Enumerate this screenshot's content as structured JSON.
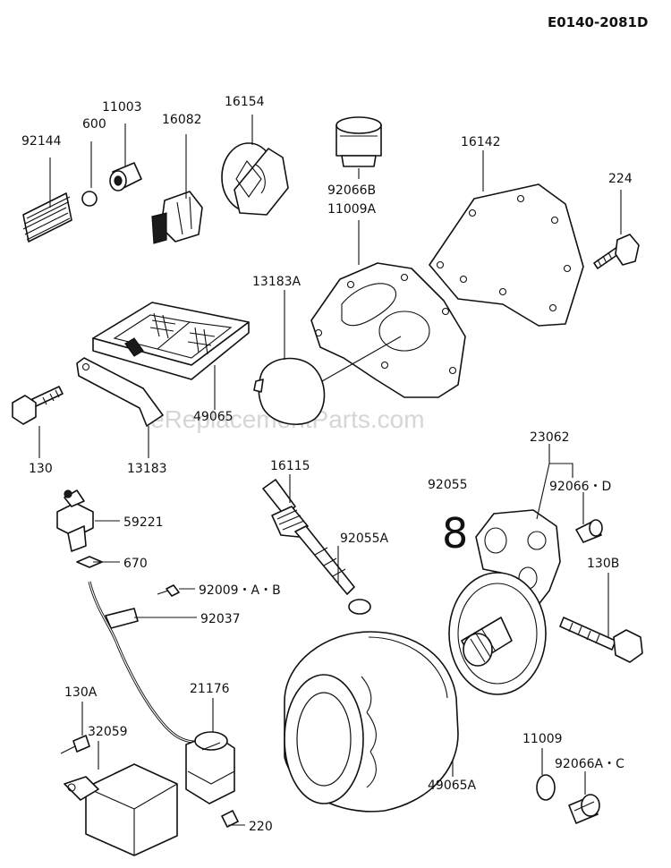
{
  "diagram": {
    "reference_code": "E0140-2081D",
    "watermark": "eReplacementParts.com",
    "callouts": [
      {
        "id": "c92144",
        "label": "92144"
      },
      {
        "id": "c600",
        "label": "600"
      },
      {
        "id": "c11003",
        "label": "11003"
      },
      {
        "id": "c16082",
        "label": "16082"
      },
      {
        "id": "c16154",
        "label": "16154"
      },
      {
        "id": "c92066B",
        "label": "92066B"
      },
      {
        "id": "c11009A",
        "label": "11009A"
      },
      {
        "id": "c16142",
        "label": "16142"
      },
      {
        "id": "c224",
        "label": "224"
      },
      {
        "id": "c13183A",
        "label": "13183A"
      },
      {
        "id": "c49065",
        "label": "49065"
      },
      {
        "id": "c130",
        "label": "130"
      },
      {
        "id": "c13183",
        "label": "13183"
      },
      {
        "id": "c16115",
        "label": "16115"
      },
      {
        "id": "c92055",
        "label": "92055"
      },
      {
        "id": "c23062",
        "label": "23062"
      },
      {
        "id": "c92066D",
        "label": "92066・D"
      },
      {
        "id": "c59221",
        "label": "59221"
      },
      {
        "id": "c670",
        "label": "670"
      },
      {
        "id": "c92055A",
        "label": "92055A"
      },
      {
        "id": "c130B",
        "label": "130B"
      },
      {
        "id": "c92009AB",
        "label": "92009・A・B"
      },
      {
        "id": "c92037",
        "label": "92037"
      },
      {
        "id": "c130A",
        "label": "130A"
      },
      {
        "id": "c21176",
        "label": "21176"
      },
      {
        "id": "c32059",
        "label": "32059"
      },
      {
        "id": "c11009",
        "label": "11009"
      },
      {
        "id": "c92066AC",
        "label": "92066A・C"
      },
      {
        "id": "c49065A",
        "label": "49065A"
      },
      {
        "id": "c220",
        "label": "220"
      }
    ]
  }
}
